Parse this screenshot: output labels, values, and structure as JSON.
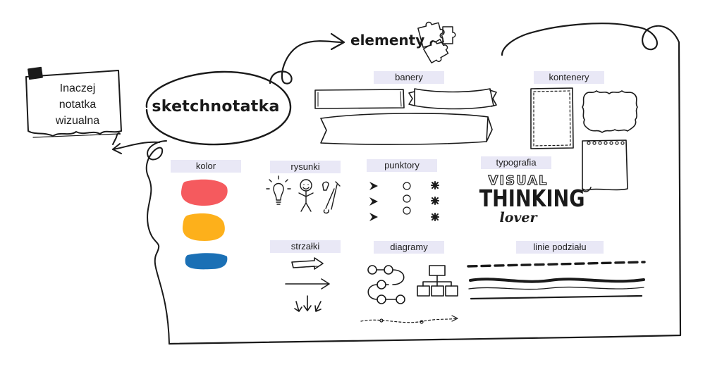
{
  "note": {
    "lines": [
      "Inaczej",
      "notatka",
      "wizualna"
    ]
  },
  "center_title": "sketchnotatka",
  "elements_title": "elementy",
  "sections": {
    "banery": "banery",
    "kontenery": "kontenery",
    "kolor": "kolor",
    "rysunki": "rysunki",
    "punktory": "punktory",
    "typografia": "typografia",
    "strzalki": "strzałki",
    "diagramy": "diagramy",
    "linie": "linie podziału"
  },
  "typography_sample": {
    "line1": "VISUAL",
    "line2": "THINKING",
    "line3": "lover"
  },
  "colors": {
    "red": "#f55a5e",
    "yellow": "#fdb01b",
    "blue": "#1b70b5",
    "label_bg": "#e9e8f6",
    "ink": "#1a1a1a"
  },
  "icons": [
    "tape-icon",
    "puzzle-icon",
    "bulb-icon",
    "stick-figure-icon",
    "tools-icon",
    "chevron-bullet-icon",
    "circle-bullet-icon",
    "star-bullet-icon",
    "arrow-icon",
    "flowchart-icon"
  ]
}
